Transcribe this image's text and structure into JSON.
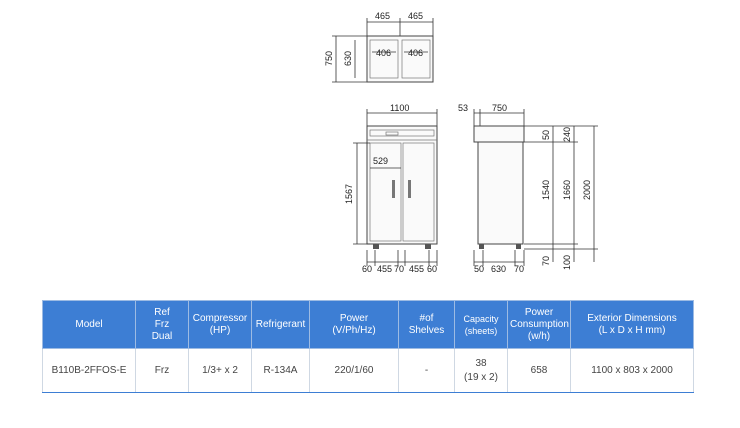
{
  "drawing": {
    "top_view": {
      "width_left": "465",
      "width_right": "465",
      "inner_left": "406",
      "inner_right": "406",
      "depth_outer": "750",
      "depth_inner": "630"
    },
    "front_view": {
      "width": "1100",
      "door_width": "529",
      "door_height": "1567",
      "bottom": [
        "60",
        "455",
        "70",
        "455",
        "60"
      ]
    },
    "side_view": {
      "top_offset": "53",
      "depth": "750",
      "right": [
        "50",
        "240"
      ],
      "height_body": "1540",
      "height_mid": "1660",
      "height_total": "2000",
      "bottom_h": [
        "70",
        "100"
      ],
      "bottom": [
        "50",
        "630",
        "70"
      ]
    }
  },
  "table": {
    "headers": [
      [
        "Model"
      ],
      [
        "Ref",
        "Frz",
        "Dual"
      ],
      [
        "Compressor",
        "(HP)"
      ],
      [
        "Refrigerant"
      ],
      [
        "Power",
        "(V/Ph/Hz)"
      ],
      [
        "#of",
        "Shelves"
      ],
      [
        "Capacity",
        "(sheets)"
      ],
      [
        "Power",
        "Consumption",
        "(w/h)"
      ],
      [
        "Exterior Dimensions",
        "(L x D x H mm)"
      ]
    ],
    "row": [
      [
        "B110B-2FFOS-E"
      ],
      [
        "Frz"
      ],
      [
        "1/3+ x 2"
      ],
      [
        "R-134A"
      ],
      [
        "220/1/60"
      ],
      [
        "-"
      ],
      [
        "38",
        "(19 x 2)"
      ],
      [
        "658"
      ],
      [
        "1100 x 803 x 2000"
      ]
    ]
  }
}
